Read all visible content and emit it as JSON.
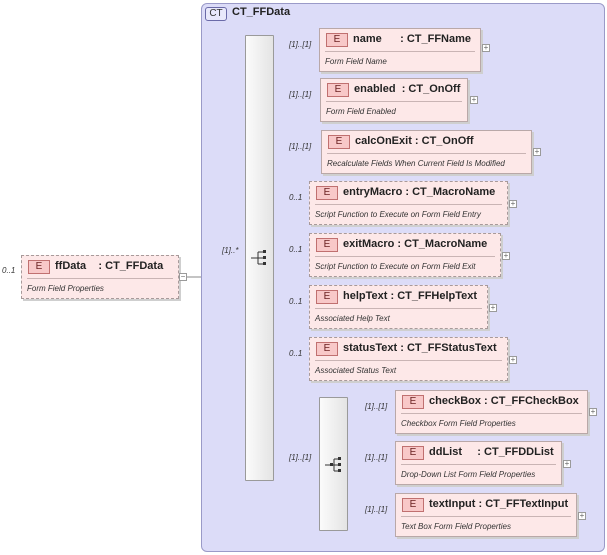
{
  "complex_type": {
    "badge": "CT",
    "name": "CT_FFData"
  },
  "root": {
    "badge": "E",
    "name": "ffData",
    "type": ": CT_FFData",
    "doc": "Form Field Properties",
    "cardinality": "0..1",
    "collapse_symbol": "−"
  },
  "outer_sequence": {
    "cardinality": "[1]..*"
  },
  "elements": [
    {
      "badge": "E",
      "name": "name",
      "type": ": CT_FFName",
      "doc": "Form Field Name",
      "cardinality": "[1]..[1]",
      "expand_symbol": "+"
    },
    {
      "badge": "E",
      "name": "enabled",
      "type": ": CT_OnOff",
      "doc": "Form Field Enabled",
      "cardinality": "[1]..[1]",
      "expand_symbol": "+"
    },
    {
      "badge": "E",
      "name": "calcOnExit",
      "type": ": CT_OnOff",
      "doc": "Recalculate Fields When Current Field Is Modified",
      "cardinality": "[1]..[1]",
      "expand_symbol": "+"
    },
    {
      "badge": "E",
      "name": "entryMacro",
      "type": ": CT_MacroName",
      "doc": "Script Function to Execute on Form Field Entry",
      "cardinality": "0..1",
      "expand_symbol": "+"
    },
    {
      "badge": "E",
      "name": "exitMacro",
      "type": ": CT_MacroName",
      "doc": "Script Function to Execute on Form Field Exit",
      "cardinality": "0..1",
      "expand_symbol": "+"
    },
    {
      "badge": "E",
      "name": "helpText",
      "type": ": CT_FFHelpText",
      "doc": "Associated Help Text",
      "cardinality": "0..1",
      "expand_symbol": "+"
    },
    {
      "badge": "E",
      "name": "statusText",
      "type": ": CT_FFStatusText",
      "doc": "Associated Status Text",
      "cardinality": "0..1",
      "expand_symbol": "+"
    }
  ],
  "choice": {
    "cardinality": "[1]..[1]",
    "elements": [
      {
        "badge": "E",
        "name": "checkBox",
        "type": ": CT_FFCheckBox",
        "doc": "Checkbox Form Field Properties",
        "cardinality": "[1]..[1]",
        "expand_symbol": "+"
      },
      {
        "badge": "E",
        "name": "ddList",
        "type": ": CT_FFDDList",
        "doc": "Drop-Down List Form Field Properties",
        "cardinality": "[1]..[1]",
        "expand_symbol": "+"
      },
      {
        "badge": "E",
        "name": "textInput",
        "type": ": CT_FFTextInput",
        "doc": "Text Box Form Field Properties",
        "cardinality": "[1]..[1]",
        "expand_symbol": "+"
      }
    ]
  }
}
